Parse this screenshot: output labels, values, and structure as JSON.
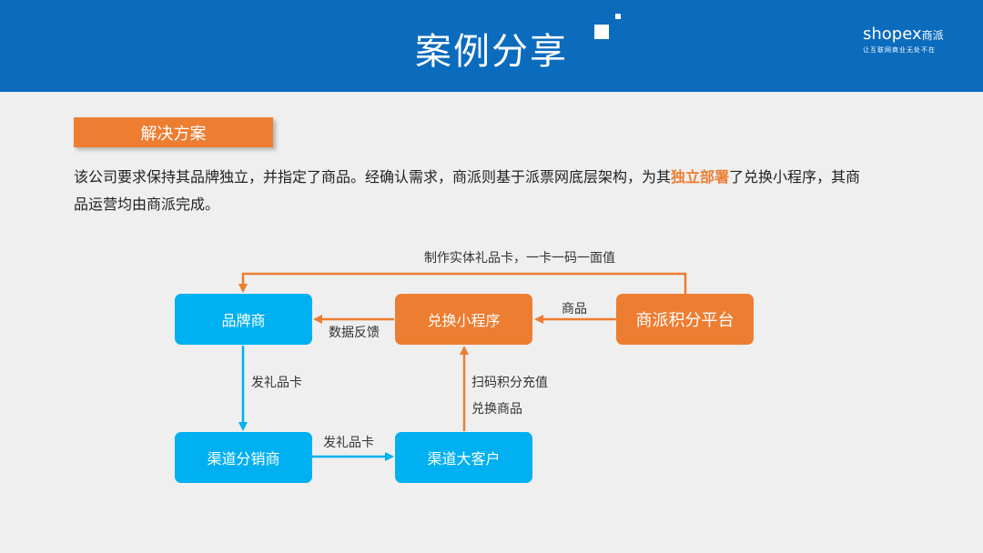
{
  "header": {
    "title": "案例分享",
    "logo_text": "shopex",
    "logo_cn": "商派",
    "logo_tagline": "让互联网商业无处不在"
  },
  "section": {
    "badge": "解决方案"
  },
  "paragraph": {
    "part1": "该公司要求保持其品牌独立，并指定了商品。经确认需求，商派则基于派票网底层架构，为其",
    "highlight": "独立部署",
    "part2": "了兑换小程序，其商品运营均由商派完成。"
  },
  "diagram": {
    "nodes": {
      "brand": "品牌商",
      "miniapp": "兑换小程序",
      "platform": "商派积分平台",
      "distributor": "渠道分销商",
      "client": "渠道大客户"
    },
    "edges": {
      "platform_to_brand": "制作实体礼品卡，一卡一码一面值",
      "platform_to_miniapp": "商品",
      "miniapp_to_brand": "数据反馈",
      "brand_to_distributor": "发礼品卡",
      "distributor_to_client": "发礼品卡",
      "client_to_miniapp_line1": "扫码积分充值",
      "client_to_miniapp_line2": "兑换商品"
    }
  },
  "colors": {
    "header_blue": "#0b6bbd",
    "node_blue": "#00b0f0",
    "node_orange": "#ed7d31",
    "arrow_blue": "#00b0f0",
    "arrow_orange": "#ed7d31"
  }
}
